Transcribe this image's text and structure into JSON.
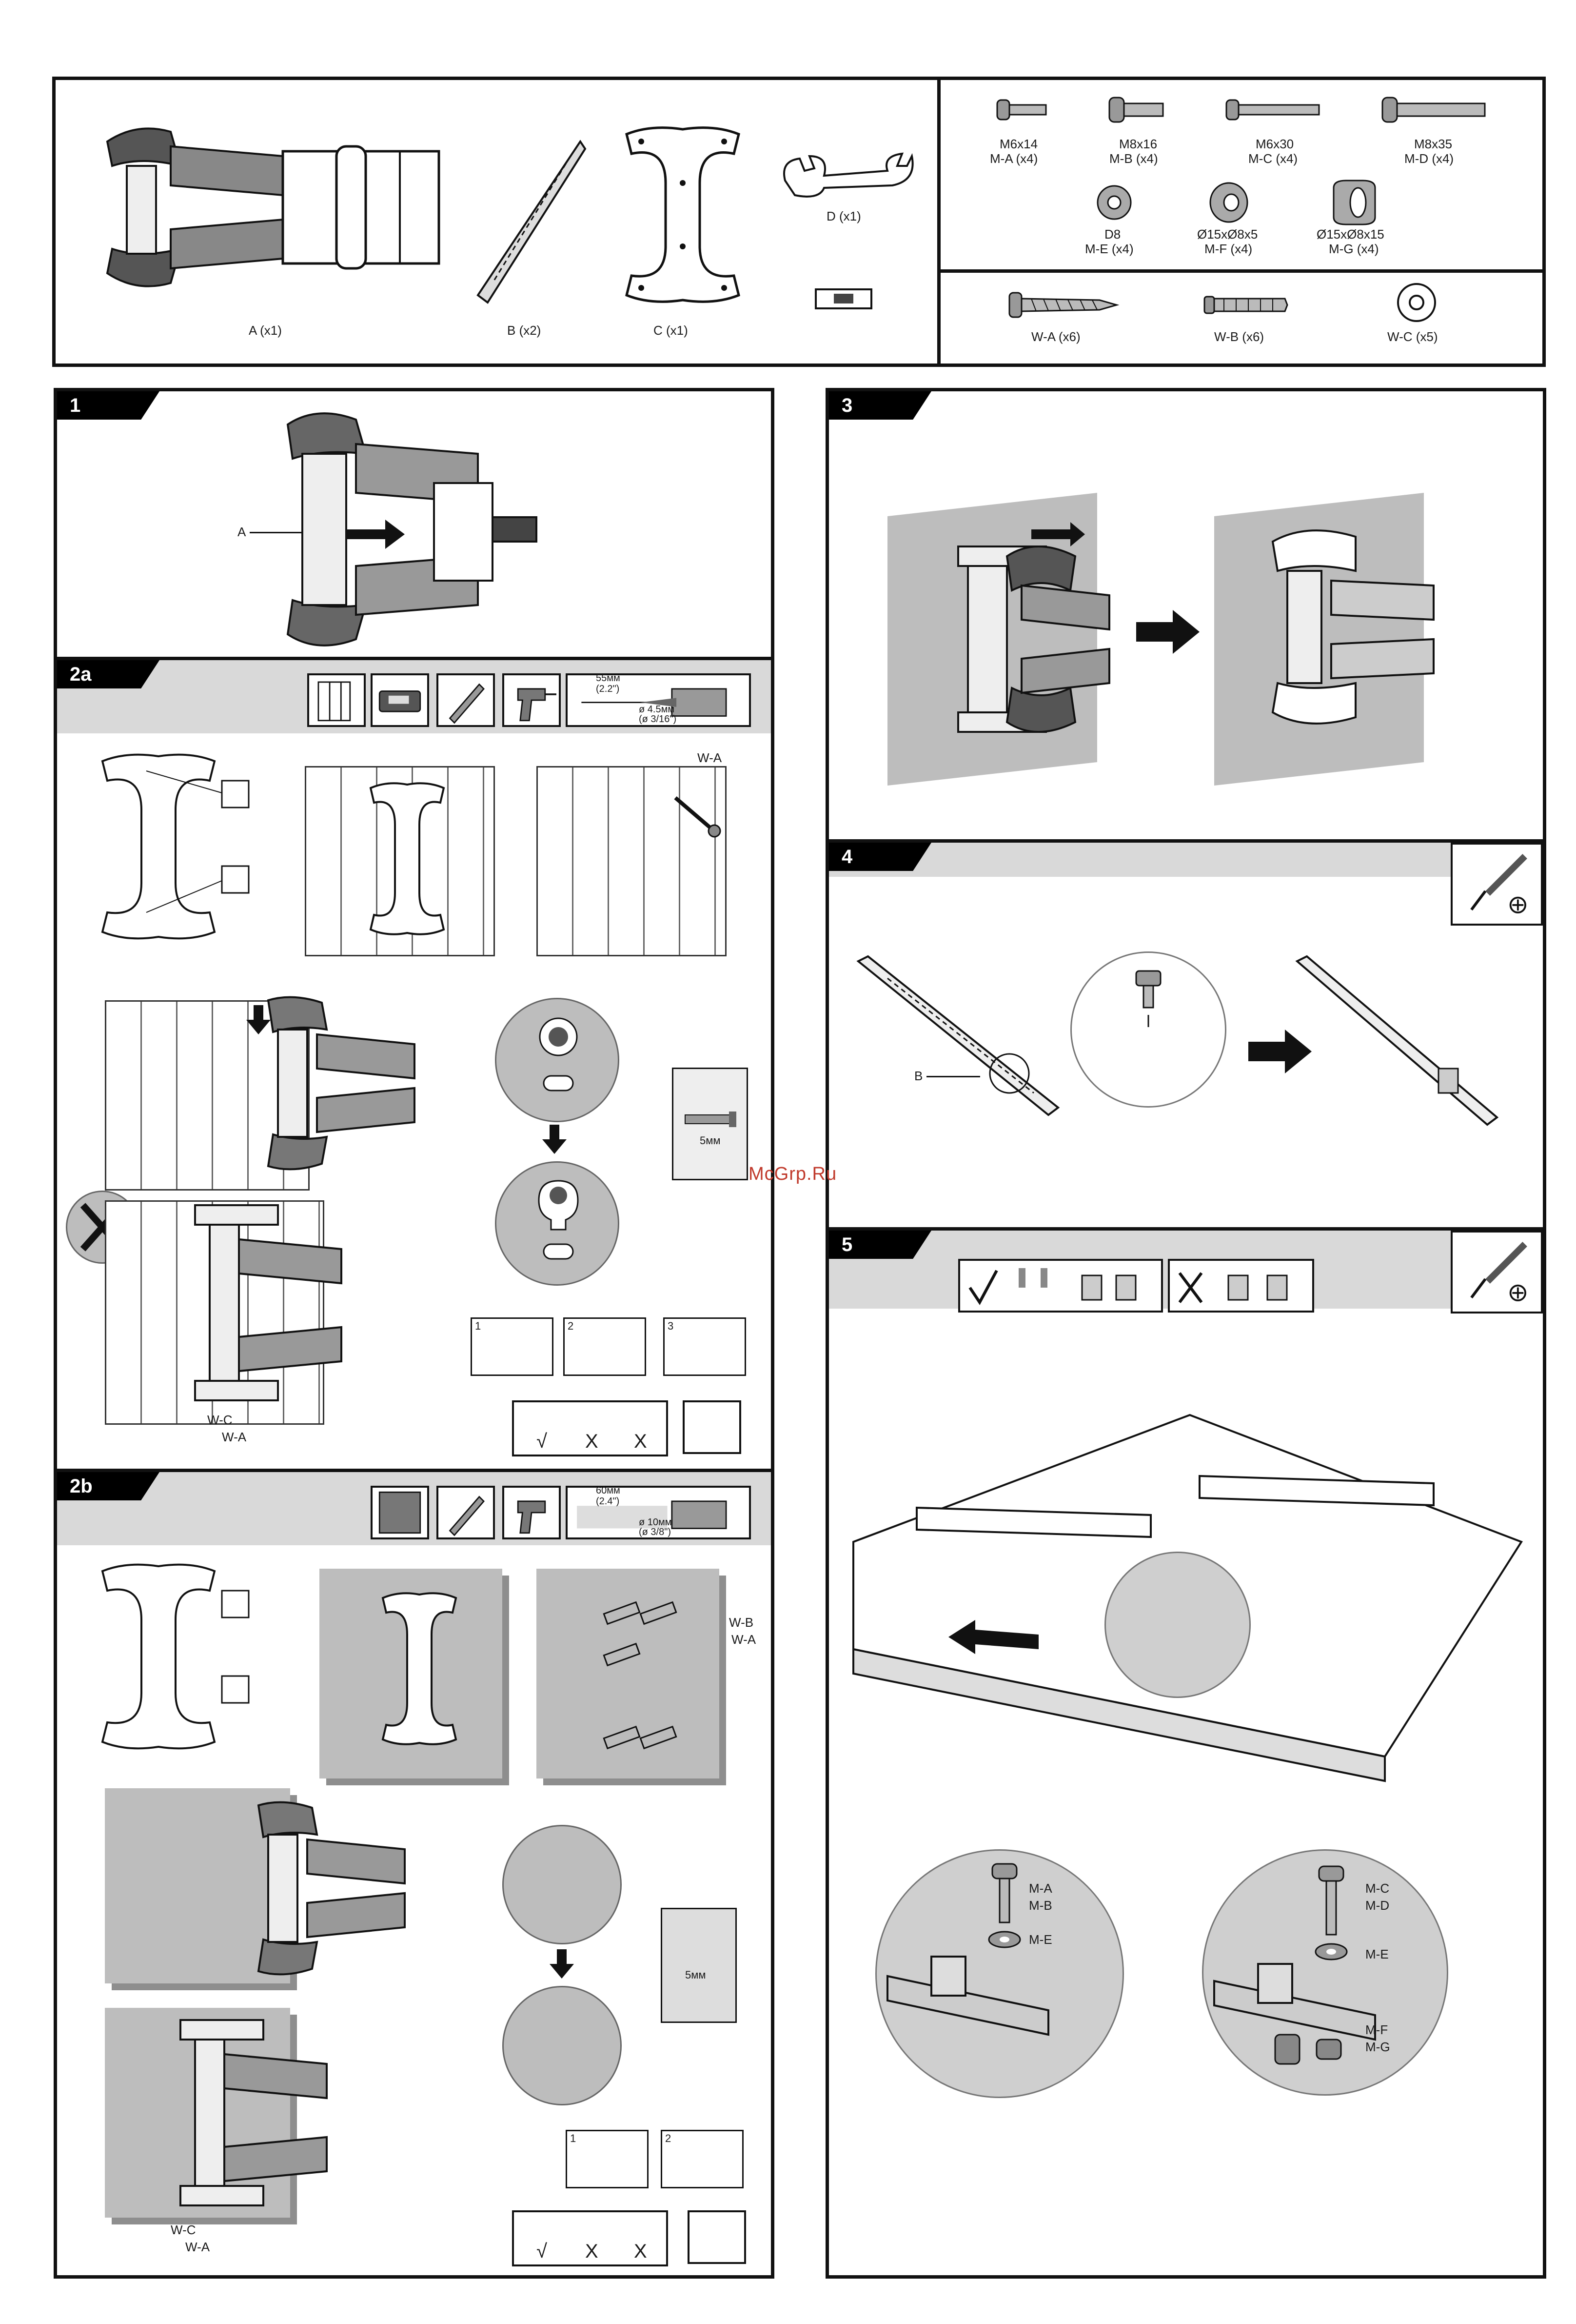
{
  "parts": {
    "A": "A (x1)",
    "B": "B (x2)",
    "C": "C (x1)",
    "D": "D (x1)"
  },
  "hardware_m": [
    {
      "size": "M6x14",
      "code": "M-A (x4)"
    },
    {
      "size": "M8x16",
      "code": "M-B (x4)"
    },
    {
      "size": "M6x30",
      "code": "M-C (x4)"
    },
    {
      "size": "M8x35",
      "code": "M-D (x4)"
    }
  ],
  "hardware_spacers": [
    {
      "size": "D8",
      "code": "M-E (x4)"
    },
    {
      "size": "Ø15xØ8x5",
      "code": "M-F (x4)"
    },
    {
      "size": "Ø15xØ8x15",
      "code": "M-G (x4)"
    }
  ],
  "hardware_w": [
    {
      "code": "W-A (x6)"
    },
    {
      "code": "W-B (x6)"
    },
    {
      "code": "W-C (x5)"
    }
  ],
  "steps": {
    "s1": "1",
    "s2a": "2a",
    "s2b": "2b",
    "s3": "3",
    "s4": "4",
    "s5": "5"
  },
  "callouts": {
    "a_label": "A",
    "b_label": "B",
    "wa": "W-A",
    "wb": "W-B",
    "wc": "W-C",
    "depth_2a": "5мм",
    "depth_2b": "5мм",
    "drill_2a_depth": "55мм",
    "drill_2a_depth_in": "(2.2\")",
    "drill_2a_dia": "ø 4.5мм",
    "drill_2a_dia_in": "(ø 3/16\")",
    "drill_2b_depth": "60мм",
    "drill_2b_depth_in": "(2.4\")",
    "drill_2b_dia": "ø 10мм",
    "drill_2b_dia_in": "(ø 3/8\")",
    "ma": "M-A",
    "mb": "M-B",
    "mc": "M-C",
    "md": "M-D",
    "me": "M-E",
    "mf": "M-F",
    "mg": "M-G",
    "check_ok": "√",
    "check_x": "X",
    "mini1": "1",
    "mini2": "2",
    "mini3": "3"
  },
  "watermark": "McGrp.Ru"
}
